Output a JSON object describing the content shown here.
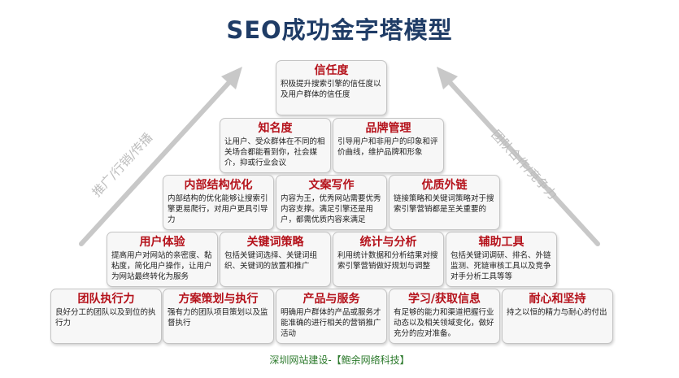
{
  "title": "SEO成功金字塔模型",
  "left_arrow_label": "推广/行销/传播",
  "right_arrow_label": "团队合作/竞争力",
  "rows": [
    [
      {
        "title": "信任度",
        "desc": "积极提升搜索引擎的信任度以及用户群体的信任度"
      }
    ],
    [
      {
        "title": "知名度",
        "desc": "让用户、受众群体在不同的相关场合都能看到你，社会媒介，抑或行业会议"
      },
      {
        "title": "品牌管理",
        "desc": "引导用户和非用户的印象和评价曲线，维护品牌和形象"
      }
    ],
    [
      {
        "title": "内部结构优化",
        "desc": "内部结构的优化能够让搜索引擎更易爬行，对用户更具引导力"
      },
      {
        "title": "文案写作",
        "desc": "内容为王，优秀网站需要优秀内容支撑。满足引擎还是用户，都需优质内容来满足"
      },
      {
        "title": "优质外链",
        "desc": "链接策略和关键词策略对于搜索引擎营销都是至关重要的"
      }
    ],
    [
      {
        "title": "用户体验",
        "desc": "提高用户对网站的亲密度、黏粘度，简化用户操作，让用户为网站最终转化为服务"
      },
      {
        "title": "关键词策略",
        "desc": "包括关键词选择、关键词组织、关键词的放置和推广"
      },
      {
        "title": "统计与分析",
        "desc": "利用统计数据和分析结果对搜索引擎营销做好规划与调整"
      },
      {
        "title": "辅助工具",
        "desc": "包括关键词调研、排名、外链监测、死链审核工具以及竞争对手分析工具等等"
      }
    ],
    [
      {
        "title": "团队执行力",
        "desc": "良好分工的团队以及到位的执行力"
      },
      {
        "title": "方案策划与执行",
        "desc": "强有力的团队项目策划以及监督执行"
      },
      {
        "title": "产品与服务",
        "desc": "明确用户群体的产品或服务才能准确的进行相关的营销推广活动"
      },
      {
        "title": "学习/获取信息",
        "desc": "有足够的能力和渠道把握行业动态以及相关领域变化，做好充分的应对准备。"
      },
      {
        "title": "耐心和坚持",
        "desc": "持之以恒的精力与耐心的付出"
      }
    ]
  ],
  "footer": "深圳网站建设-【鲍余网络科技】"
}
